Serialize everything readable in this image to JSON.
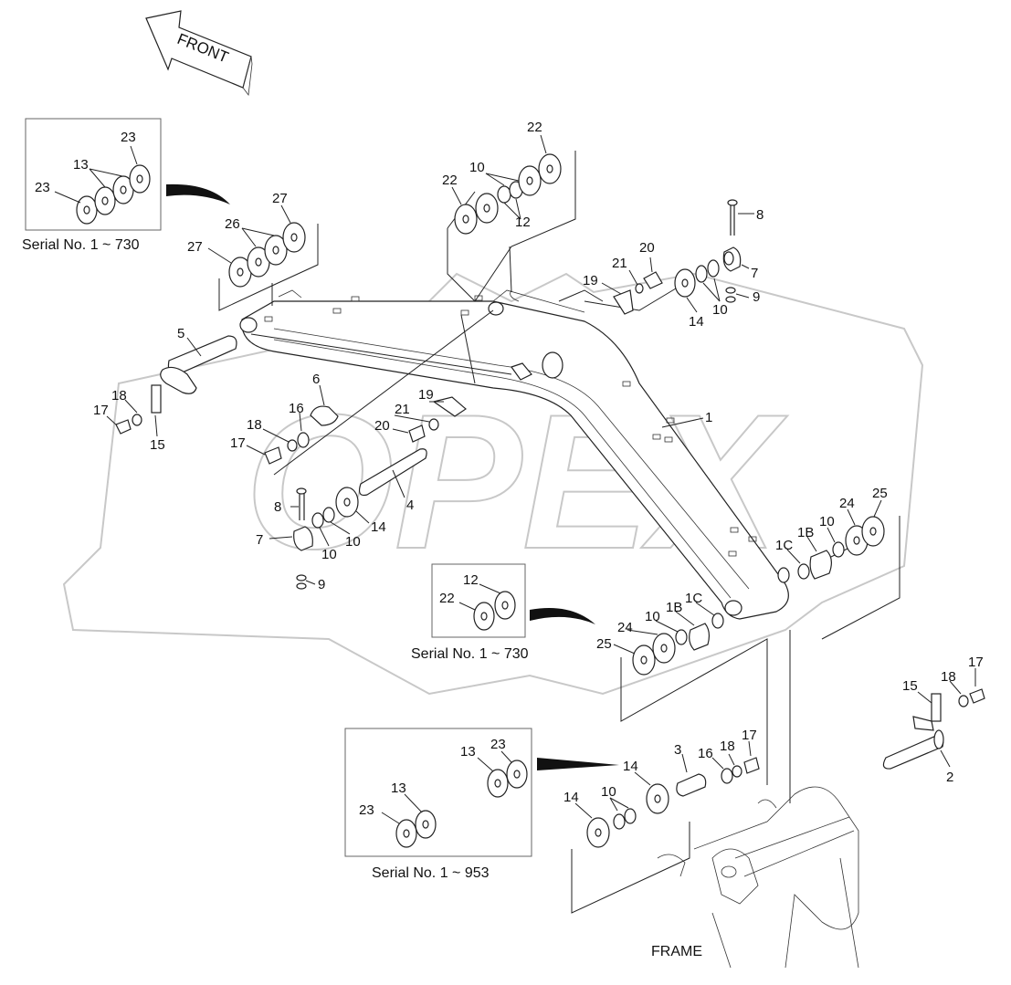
{
  "front_arrow": {
    "text": "FRONT"
  },
  "watermark": {
    "text": "OPEX"
  },
  "frame_caption": "FRAME",
  "insets": [
    {
      "caption": "Serial No. 1 ~ 730",
      "labels": {
        "a": "23",
        "b": "13",
        "c": "23"
      }
    },
    {
      "caption": "Serial No. 1 ~ 730",
      "labels": {
        "a": "12",
        "b": "22"
      }
    },
    {
      "caption": "Serial No. 1 ~ 953",
      "labels": {
        "a": "13",
        "b": "23",
        "c": "13",
        "d": "23"
      }
    }
  ],
  "callouts": {
    "c22_top": "22",
    "c10_top": "10",
    "c22_left": "22",
    "c12_top": "12",
    "c27_top": "27",
    "c26": "26",
    "c27_left": "27",
    "c8_r": "8",
    "c7_r": "7",
    "c9_r": "9",
    "c20_r": "20",
    "c21_r": "21",
    "c19_r": "19",
    "c14_r": "14",
    "c10_r": "10",
    "c5": "5",
    "c18_l": "18",
    "c17_l": "17",
    "c15_l": "15",
    "c6": "6",
    "c16_m": "16",
    "c18_m": "18",
    "c17_m": "17",
    "c19_m": "19",
    "c21_m": "21",
    "c20_m": "20",
    "c1": "1",
    "c4": "4",
    "c8_l": "8",
    "c7_l": "7",
    "c10_l1": "10",
    "c10_l2": "10",
    "c14_l": "14",
    "c9_l": "9",
    "c1C_r": "1C",
    "c1B_r": "1B",
    "c10_rr": "10",
    "c24_r": "24",
    "c25_r": "25",
    "c1B_b": "1B",
    "c1C_b": "1C",
    "c10_b": "10",
    "c24_b": "24",
    "c25_b": "25",
    "c15_br": "15",
    "c18_br": "18",
    "c17_br": "17",
    "c2": "2",
    "c3": "3",
    "c16_b": "16",
    "c18_b": "18",
    "c17_b": "17",
    "c14_b": "14",
    "c14_bl": "14",
    "c10_bl": "10"
  }
}
